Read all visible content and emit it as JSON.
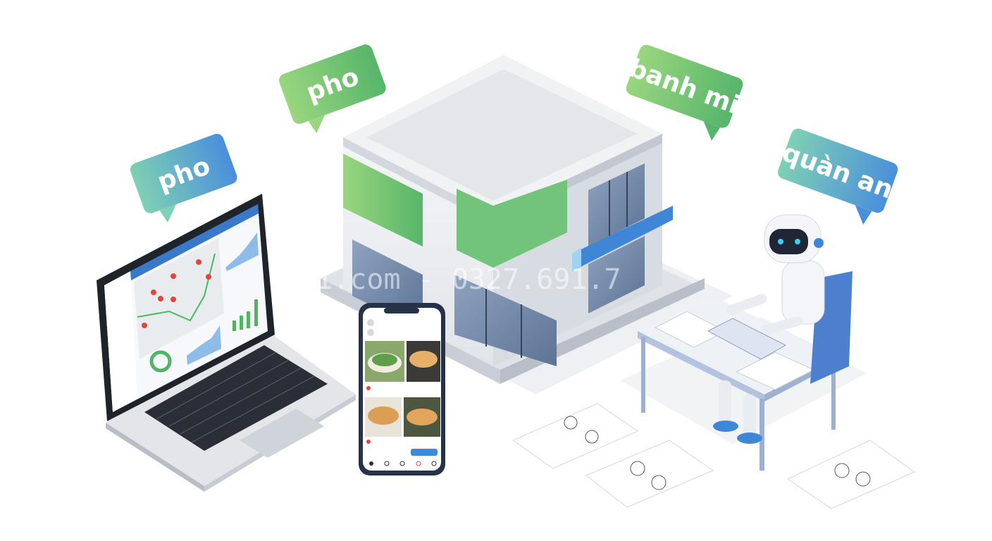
{
  "bubbles": [
    {
      "label": "pho",
      "color_from": "#5fbfae",
      "color_to": "#4a90d9"
    },
    {
      "label": "pho",
      "color_from": "#8fd07a",
      "color_to": "#55b86a"
    },
    {
      "label": "banh mi",
      "color_from": "#8fd07a",
      "color_to": "#55b86a"
    },
    {
      "label": "quàn an",
      "color_from": "#5fbfae",
      "color_to": "#4a90d9"
    }
  ],
  "watermark": "ng1.com - 0327.691.7",
  "colors": {
    "accent_green": "#6cc274",
    "accent_blue": "#3f86d6",
    "pin_red": "#e2453c",
    "glass": "#6f86a6"
  }
}
